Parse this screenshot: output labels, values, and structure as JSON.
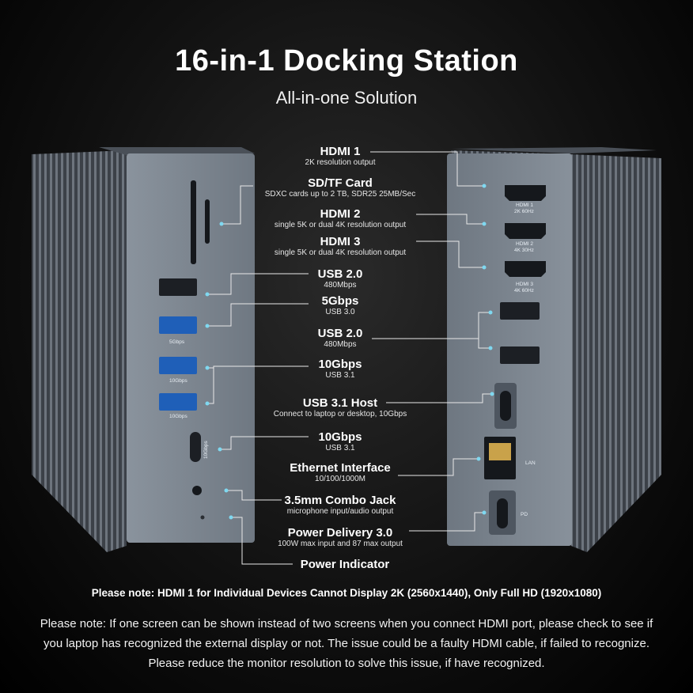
{
  "title": "16-in-1 Docking Station",
  "subtitle": "All-in-one Solution",
  "labels": [
    {
      "name": "HDMI 1",
      "desc": "2K resolution output"
    },
    {
      "name": "SD/TF Card",
      "desc": "SDXC cards up to 2 TB, SDR25 25MB/Sec"
    },
    {
      "name": "HDMI 2",
      "desc": "single 5K or dual 4K resolution output"
    },
    {
      "name": "HDMI 3",
      "desc": "single 5K or dual 4K resolution output"
    },
    {
      "name": "USB 2.0",
      "desc": "480Mbps"
    },
    {
      "name": "5Gbps",
      "desc": "USB 3.0"
    },
    {
      "name": "USB 2.0",
      "desc": "480Mbps"
    },
    {
      "name": "10Gbps",
      "desc": "USB 3.1"
    },
    {
      "name": "USB 3.1 Host",
      "desc": "Connect to laptop or desktop, 10Gbps"
    },
    {
      "name": "10Gbps",
      "desc": "USB 3.1"
    },
    {
      "name": "Ethernet Interface",
      "desc": "10/100/1000M"
    },
    {
      "name": "3.5mm Combo Jack",
      "desc": "microphone input/audio output"
    },
    {
      "name": "Power Delivery 3.0",
      "desc": "100W max input and 87 max output"
    },
    {
      "name": "Power Indicator",
      "desc": ""
    }
  ],
  "device_text": {
    "hdmi1": "HDMI 1",
    "hdmi1_spec": "2K 60Hz",
    "hdmi2": "HDMI 2",
    "hdmi2_spec": "4K 30Hz",
    "hdmi3": "HDMI 3",
    "hdmi3_spec": "4K 60Hz",
    "usb_5g": "5Gbps",
    "usb_10g_a": "10Gbps",
    "usb_10g_b": "10Gbps",
    "usbc_10g": "10Gbps",
    "lan": "LAN",
    "pd": "PD"
  },
  "note_bold": "Please note: HDMI 1 for Individual Devices Cannot Display 2K (2560x1440), Only Full HD (1920x1080)",
  "note": "Please note: If one screen can be shown instead of two screens when you connect HDMI port, please check to see if you laptop has recognized the external display or not.  The issue could be a faulty HDMI cable, if failed to recognize.  Please reduce the monitor resolution to solve this issue, if have recognized.",
  "colors": {
    "accent_dot": "#7fd8f0",
    "body": "#5d6570",
    "panel": "#7b8591"
  }
}
